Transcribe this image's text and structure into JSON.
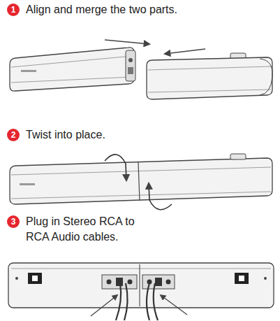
{
  "diagram": {
    "nodes": [
      {
        "text": [
          "1"
        ]
      },
      {
        "text": [
          "2"
        ]
      },
      {
        "text": [
          "3"
        ]
      }
    ],
    "labels": [
      "Align and merge the two parts.",
      "Twist into place.",
      "Plug in Stereo RCA to RCA Audio cables."
    ]
  }
}
